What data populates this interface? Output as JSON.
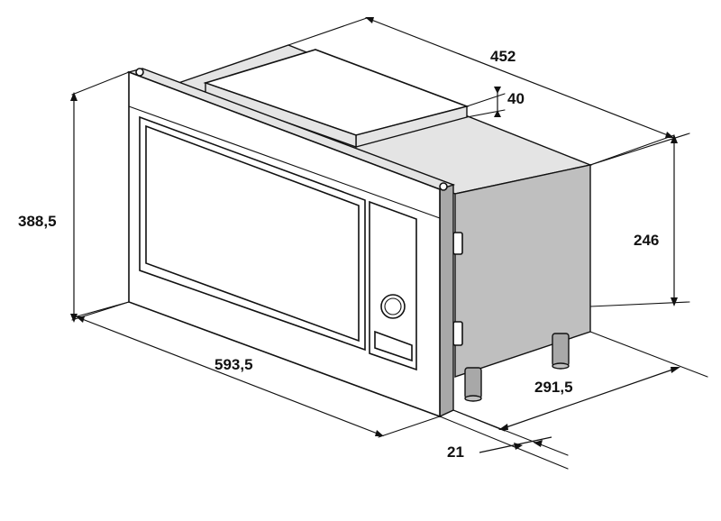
{
  "diagram": {
    "dimensions": {
      "width_total": "593,5",
      "height_total": "388,5",
      "depth_total": "452",
      "top_step": "40",
      "body_height": "246",
      "body_depth": "291,5",
      "frame_thickness": "21"
    }
  },
  "colors": {
    "line": "#111111",
    "body_gray": "#bfbfbf",
    "background": "#ffffff"
  }
}
